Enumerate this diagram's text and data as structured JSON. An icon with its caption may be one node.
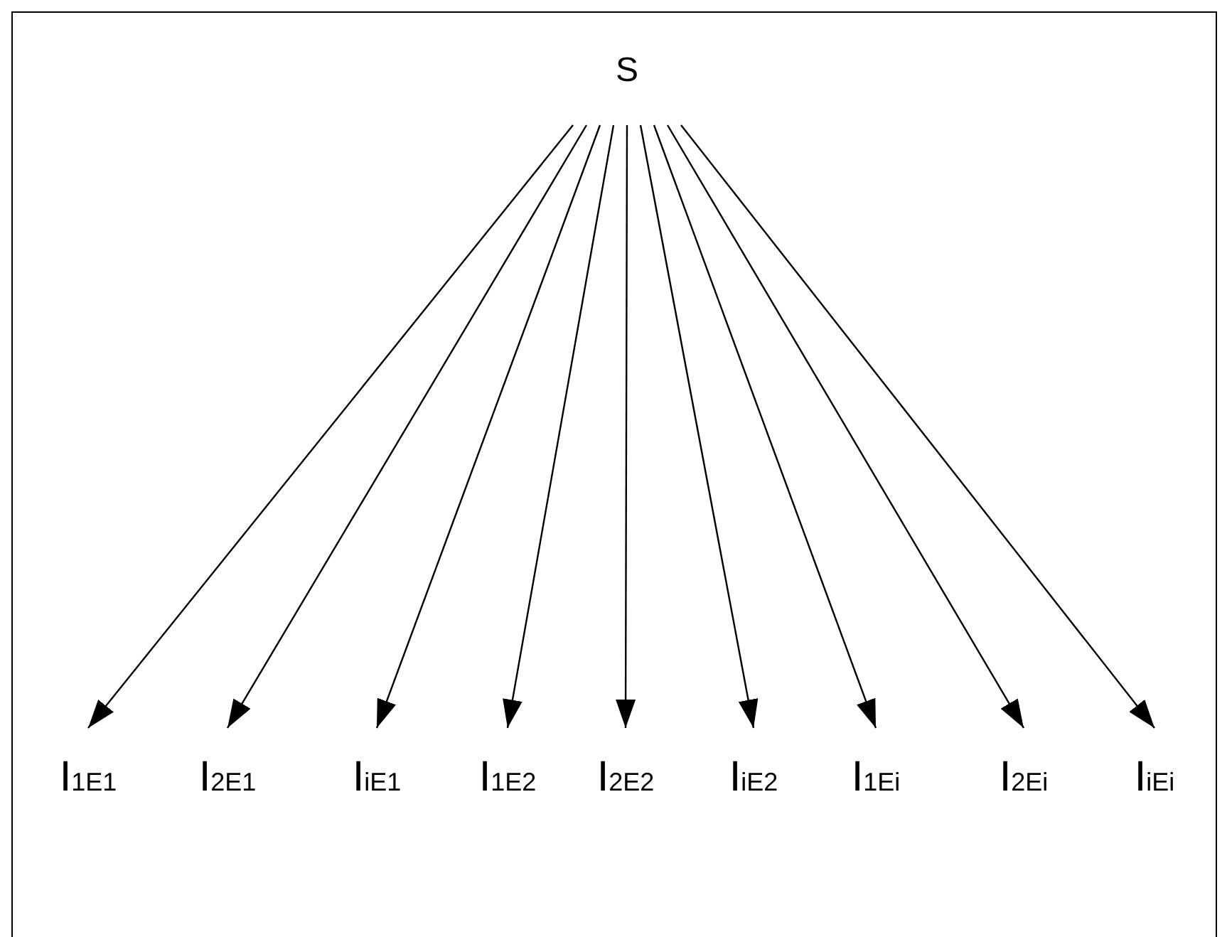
{
  "diagram": {
    "nodes": [
      {
        "text": [
          "S"
        ]
      },
      {
        "text": [
          "I$_{1E1}$"
        ]
      },
      {
        "text": [
          "I$_{2E1}$"
        ]
      },
      {
        "text": [
          "I$_{iE1}$"
        ]
      },
      {
        "text": [
          "I$_{1E2}$"
        ]
      },
      {
        "text": [
          "I$_{2E2}$"
        ]
      },
      {
        "text": [
          "I$_{iE2}$"
        ]
      },
      {
        "text": [
          "I$_{1Ei}$"
        ]
      },
      {
        "text": [
          "I$_{2Ei}$"
        ]
      },
      {
        "text": [
          "I$_{iEi}$"
        ]
      }
    ],
    "edges": [
      {
        "from": 0,
        "to": 1,
        "arrow": "to"
      },
      {
        "from": 0,
        "to": 2,
        "arrow": "to"
      },
      {
        "from": 0,
        "to": 3,
        "arrow": "to"
      },
      {
        "from": 0,
        "to": 4,
        "arrow": "to"
      },
      {
        "from": 0,
        "to": 5,
        "arrow": "to"
      },
      {
        "from": 0,
        "to": 6,
        "arrow": "to"
      },
      {
        "from": 0,
        "to": 7,
        "arrow": "to"
      },
      {
        "from": 0,
        "to": 8,
        "arrow": "to"
      },
      {
        "from": 0,
        "to": 9,
        "arrow": "to"
      }
    ]
  }
}
